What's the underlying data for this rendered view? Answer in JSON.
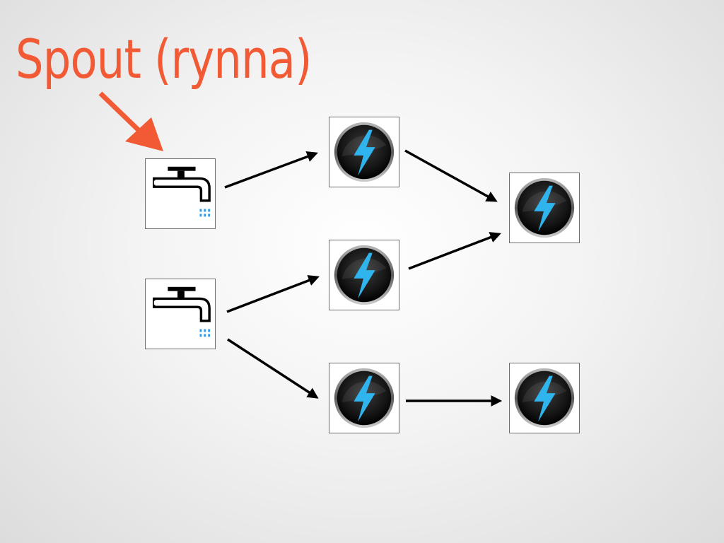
{
  "slide": {
    "title": "Spout (rynna)"
  },
  "colors": {
    "title": "#f15a35",
    "callout_arrow": "#f15a35",
    "edge_arrow": "#000000",
    "bolt": "#2fb4ee",
    "bolt_circle": "#1b1b1b",
    "water": "#3a9be0"
  },
  "diagram": {
    "spouts": [
      {
        "id": "spout-1",
        "icon": "faucet-icon"
      },
      {
        "id": "spout-2",
        "icon": "faucet-icon"
      }
    ],
    "bolts": [
      {
        "id": "bolt-1",
        "icon": "lightning-bolt-icon"
      },
      {
        "id": "bolt-2",
        "icon": "lightning-bolt-icon"
      },
      {
        "id": "bolt-3",
        "icon": "lightning-bolt-icon"
      },
      {
        "id": "bolt-4",
        "icon": "lightning-bolt-icon"
      },
      {
        "id": "bolt-5",
        "icon": "lightning-bolt-icon"
      }
    ],
    "edges": [
      {
        "from": "spout-1",
        "to": "bolt-1"
      },
      {
        "from": "spout-2",
        "to": "bolt-2"
      },
      {
        "from": "spout-2",
        "to": "bolt-3"
      },
      {
        "from": "bolt-1",
        "to": "bolt-4"
      },
      {
        "from": "bolt-2",
        "to": "bolt-4"
      },
      {
        "from": "bolt-3",
        "to": "bolt-5"
      }
    ],
    "callout": {
      "points_to": "spout-1"
    }
  }
}
